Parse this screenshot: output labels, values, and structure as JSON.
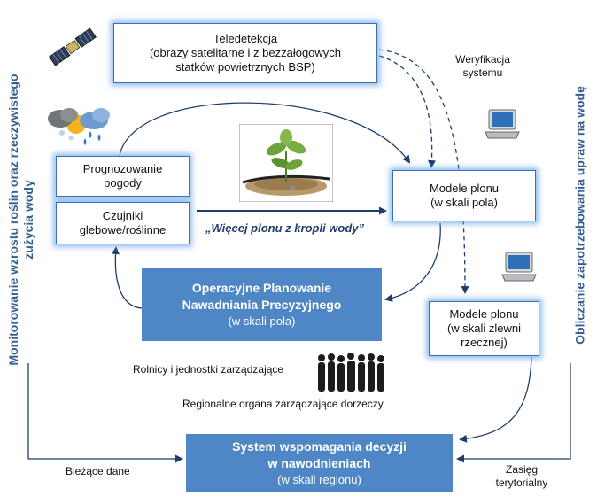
{
  "side_left": {
    "line1": "Monitorowanie wzrostu roślin oraz rzeczywistego",
    "line2": "zużycia wody"
  },
  "side_right": "Obliczanie zapotrzebowania upraw na wodę",
  "teledetection": {
    "line1": "Teledetekcja",
    "line2": "(obrazy satelitarne i z bezzałogowych",
    "line3": "statków powietrznych BSP)"
  },
  "verification": {
    "line1": "Weryfikacja",
    "line2": "systemu"
  },
  "weather_forecast": {
    "line1": "Prognozowanie",
    "line2": "pogody"
  },
  "sensors": {
    "line1": "Czujniki",
    "line2": "glebowe/roślinne"
  },
  "slogan": "„Więcej plonu z kropli wody”",
  "crop_model_field": {
    "line1": "Modele plonu",
    "line2": "(w skali pola)"
  },
  "crop_model_basin": {
    "line1": "Modele plonu",
    "line2": "(w skali zlewni",
    "line3": "rzecznej)"
  },
  "precision_planning": {
    "title1": "Operacyjne Planowanie",
    "title2": "Nawadniania Precyzyjnego",
    "subtitle": "(w skali pola)"
  },
  "farmers": "Rolnicy i jednostki zarządzające",
  "regional_bodies": "Regionalne organa zarządzające dorzeczy",
  "dss": {
    "title1": "System wspomagania decyzji",
    "title2": "w nawodnieniach",
    "subtitle": "(w skali regionu)"
  },
  "current_data": "Bieżące dane",
  "territorial_range": {
    "line1": "Zasięg",
    "line2": "terytorialny"
  },
  "colors": {
    "accent": "#4f86c6",
    "arrow": "#1f3d6b",
    "side_text": "#355f93",
    "glow": "#7fb2ec"
  },
  "icons": [
    "satellite-icon",
    "weather-icon",
    "laptop-icon",
    "plant-drip-icon",
    "people-group-icon"
  ]
}
